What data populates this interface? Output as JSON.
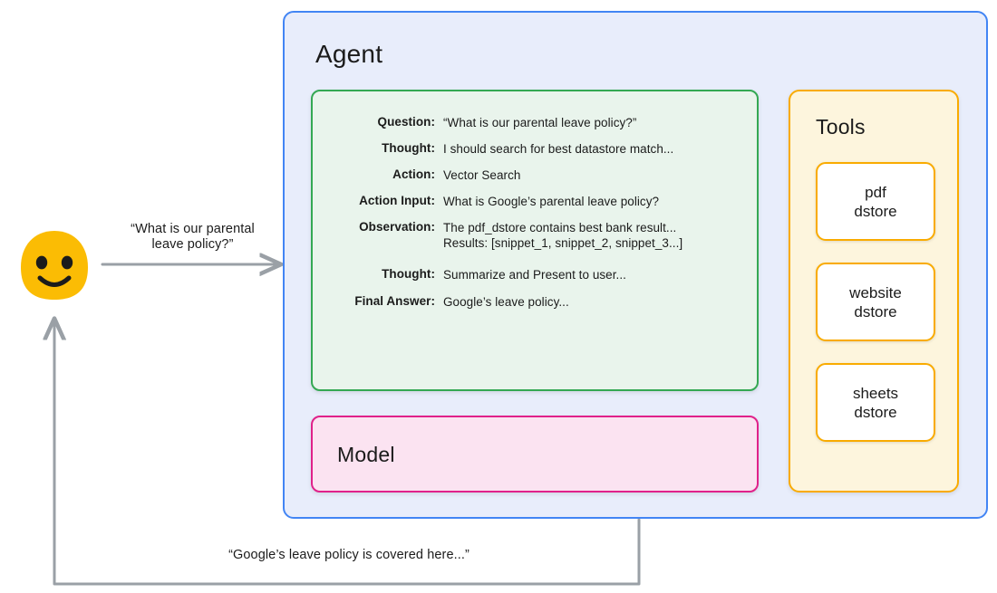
{
  "diagram": {
    "type": "agent-architecture",
    "user": {
      "avatar_icon": "smiley-face-icon",
      "avatar_color": "#FBBC04",
      "query_text": "“What is our parental leave policy?”",
      "query_line_1": "“What is our parental",
      "query_line_2": "leave policy?”",
      "answer_text": "“Google’s leave policy is covered here...”"
    },
    "agent": {
      "title": "Agent",
      "border_color": "#4285F4",
      "fill_color": "#E8EDFB",
      "reasoning": {
        "border_color": "#34A853",
        "fill_color": "#E9F4EC",
        "rows": [
          {
            "label": "Question:",
            "value": "“What is our parental leave policy?”"
          },
          {
            "label": "Thought:",
            "value": "I should search for best datastore match..."
          },
          {
            "label": "Action:",
            "value": "Vector Search"
          },
          {
            "label": "Action Input:",
            "value": "What is Google’s parental leave policy?"
          },
          {
            "label": "Observation:",
            "value": "The pdf_dstore contains best bank result...",
            "value_2": "Results: [snippet_1, snippet_2, snippet_3...]"
          },
          {
            "label": "Thought:",
            "value": "Summarize and Present to user..."
          },
          {
            "label": "Final Answer:",
            "value": "Google’s leave policy..."
          }
        ]
      },
      "model": {
        "title": "Model",
        "border_color": "#E0218A",
        "fill_color": "#FBE3F1"
      },
      "tools": {
        "title": "Tools",
        "border_color": "#F9AB00",
        "fill_color": "#FDF5DD",
        "cards": [
          {
            "line_1": "pdf",
            "line_2": "dstore"
          },
          {
            "line_1": "website",
            "line_2": "dstore"
          },
          {
            "line_1": "sheets",
            "line_2": "dstore"
          }
        ]
      }
    },
    "connectors": {
      "arrow_color": "#9AA0A6",
      "dotted_color": "#9AA0A6"
    }
  }
}
